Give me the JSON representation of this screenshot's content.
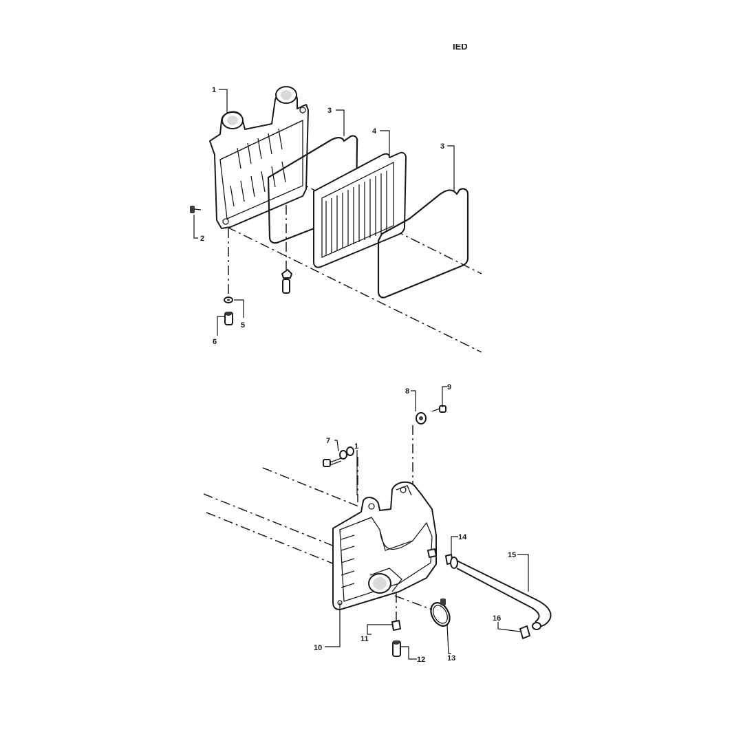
{
  "diagram": {
    "type": "exploded-parts-diagram",
    "header_fragment": "IED",
    "callouts": {
      "c1_top": "1",
      "c2": "2",
      "c3_left": "3",
      "c4": "4",
      "c3_right": "3",
      "c5": "5",
      "c6": "6",
      "c7": "7",
      "c1_bottom": "1",
      "c8": "8",
      "c9": "9",
      "c10": "10",
      "c11": "11",
      "c12": "12",
      "c13": "13",
      "c14": "14",
      "c15": "15",
      "c16": "16"
    }
  }
}
